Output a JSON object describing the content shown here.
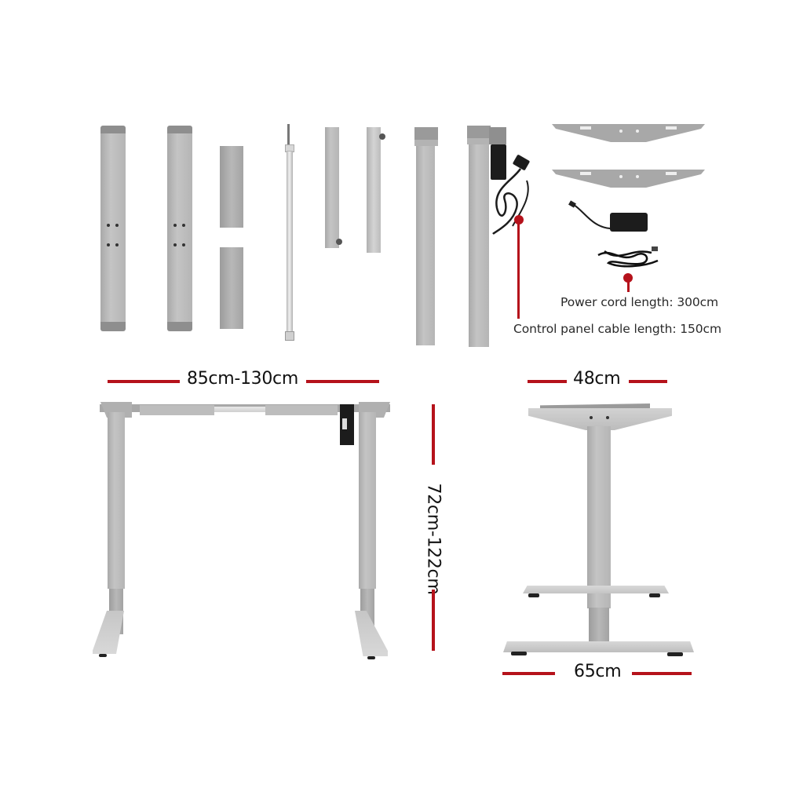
{
  "product": "Electric standing desk frame — parts and dimensions",
  "colors": {
    "accent_red": "#b5121b",
    "frame_grey": "#b8b8b8",
    "text": "#111111",
    "background": "#ffffff"
  },
  "parts": {
    "items": [
      {
        "name": "top-side-bracket-1"
      },
      {
        "name": "top-side-bracket-2"
      },
      {
        "name": "crossbar-end-plate-upper"
      },
      {
        "name": "crossbar-end-plate-lower"
      },
      {
        "name": "drive-shaft-rod"
      },
      {
        "name": "inner-crossbar-tube-1"
      },
      {
        "name": "inner-crossbar-tube-2"
      },
      {
        "name": "lifting-column-plain"
      },
      {
        "name": "lifting-column-with-motor"
      },
      {
        "name": "foot-base-1"
      },
      {
        "name": "foot-base-2"
      },
      {
        "name": "power-adapter"
      },
      {
        "name": "power-cord"
      }
    ],
    "power_cord_note": "Power cord length: 300cm",
    "control_cable_note": "Control panel cable length: 150cm"
  },
  "dimensions": {
    "width_range": "85cm-130cm",
    "height_range": "72cm-122cm",
    "top_depth": "48cm",
    "foot_depth": "65cm"
  }
}
